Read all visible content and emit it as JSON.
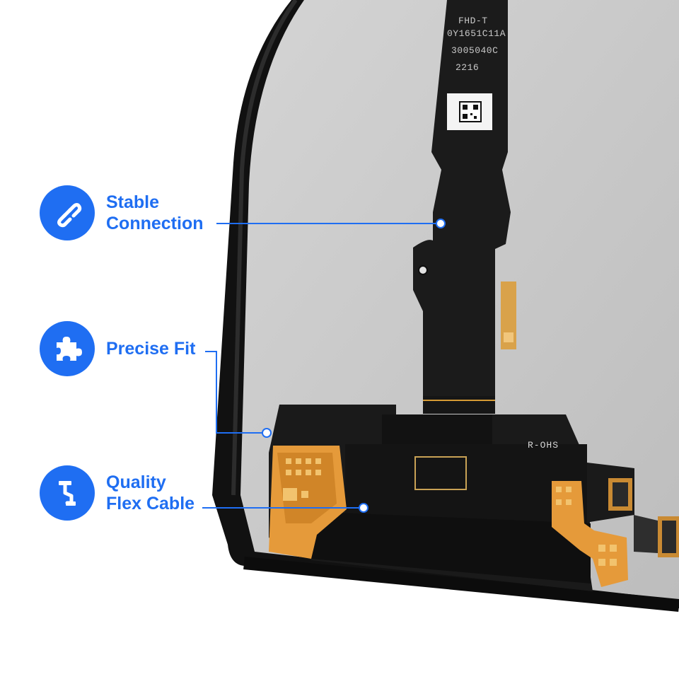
{
  "features": [
    {
      "id": "stable-connection",
      "icon": "link-icon",
      "line1": "Stable",
      "line2": "Connection"
    },
    {
      "id": "precise-fit",
      "icon": "puzzle-piece-icon",
      "line1": "Precise Fit",
      "line2": ""
    },
    {
      "id": "quality-flex-cable",
      "icon": "flex-cable-icon",
      "line1": "Quality",
      "line2": "Flex Cable"
    }
  ],
  "flex_cable_text": {
    "line1": "FHD-T",
    "line2": "0Y1651C11A",
    "line3": "3005040C",
    "line4": "2216"
  },
  "board_mark": "R-OHS",
  "colors": {
    "accent": "#1f6ef2",
    "panel_back": "#c7c7c7",
    "frame": "#141414",
    "flex": "#1a1a1a",
    "copper": "#e59a3a"
  }
}
